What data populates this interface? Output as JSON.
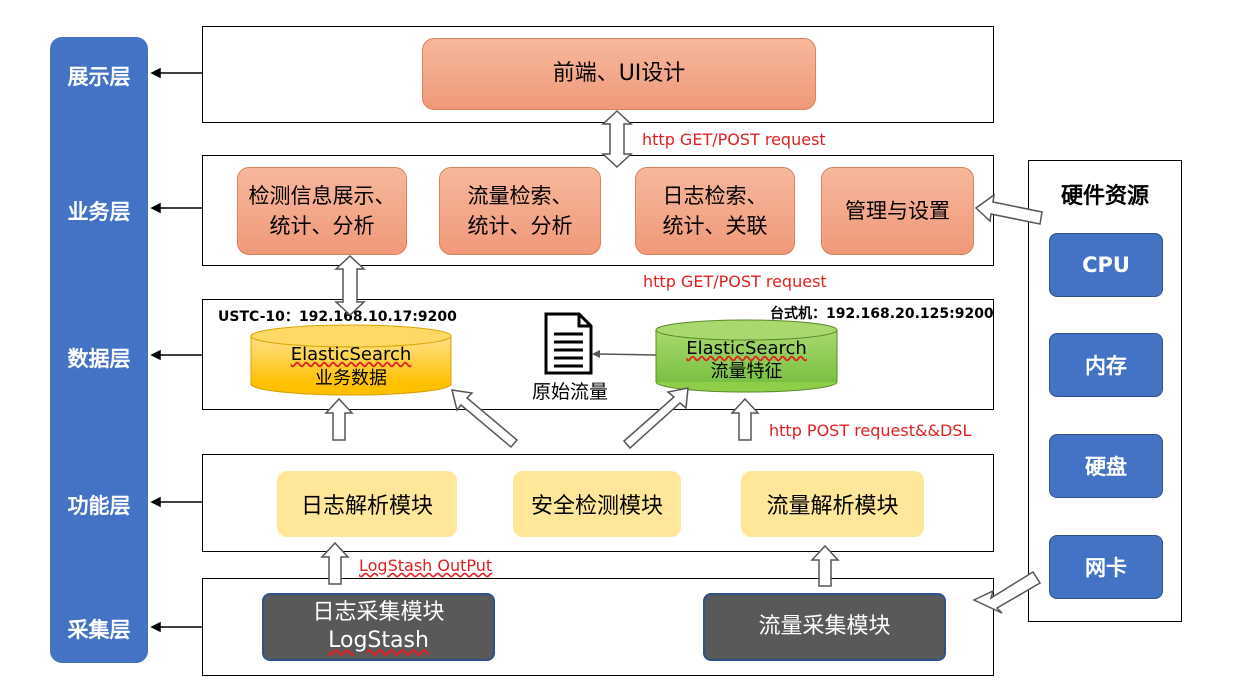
{
  "layers": [
    "展示层",
    "业务层",
    "数据层",
    "功能层",
    "采集层"
  ],
  "presentation": {
    "box": "前端、UI设计"
  },
  "business": {
    "boxes": [
      "检测信息展示、\n统计、分析",
      "流量检索、\n统计、分析",
      "日志检索、\n统计、关联",
      "管理与设置"
    ]
  },
  "labels": {
    "http1": "http GET/POST request",
    "http2": "http GET/POST request",
    "http3": "http POST request&&DSL",
    "logstash_output": "LogStash OutPut"
  },
  "data_layer": {
    "left_host": "USTC-10：192.168.10.17:9200",
    "right_host": "台式机：192.168.20.125:9200",
    "db_left_line1": "ElasticSearch",
    "db_left_line2": "业务数据",
    "db_right_line1": "ElasticSearch",
    "db_right_line2": "流量特征",
    "raw_traffic": "原始流量"
  },
  "function": {
    "boxes": [
      "日志解析模块",
      "安全检测模块",
      "流量解析模块"
    ]
  },
  "collection": {
    "left_line1": "日志采集模块",
    "left_line2": "LogStash",
    "right": "流量采集模块"
  },
  "hardware": {
    "title": "硬件资源",
    "items": [
      "CPU",
      "内存",
      "硬盘",
      "网卡"
    ]
  },
  "icons": [
    "document-icon"
  ]
}
